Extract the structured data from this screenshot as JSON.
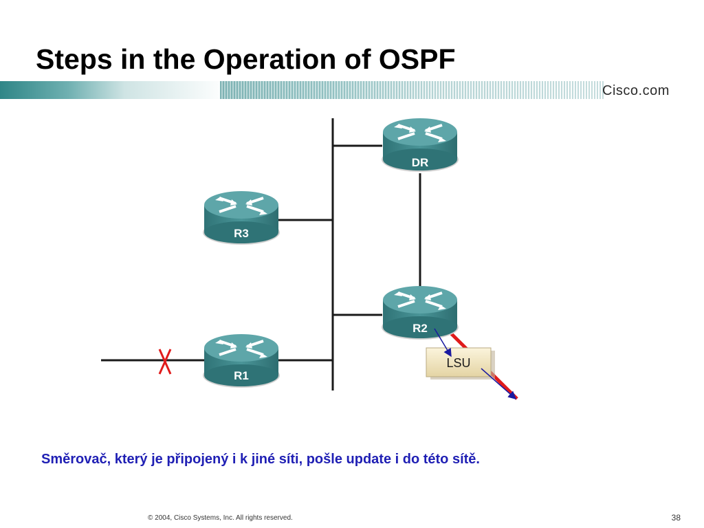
{
  "slide": {
    "title": "Steps in the Operation of OSPF",
    "brand": "Cisco.com",
    "caption": "Směrovač, který je připojený i k jiné síti, pošle update i do této sítě.",
    "copyright": "© 2004, Cisco Systems, Inc. All rights reserved.",
    "page_number": "38"
  },
  "diagram": {
    "routers": [
      {
        "id": "dr",
        "label": "DR"
      },
      {
        "id": "r3",
        "label": "R3"
      },
      {
        "id": "r2",
        "label": "R2"
      },
      {
        "id": "r1",
        "label": "R1"
      }
    ],
    "packet_label": "LSU",
    "failed_link_marker": "X"
  },
  "colors": {
    "router_body": "#3f8a8e",
    "router_top": "#5aa3a6",
    "caption": "#1f1fb4",
    "link": "#1a1a1a",
    "red_link": "#e01b1b",
    "arrow": "#1a1aa0",
    "header_teal": "#3a8f90"
  }
}
